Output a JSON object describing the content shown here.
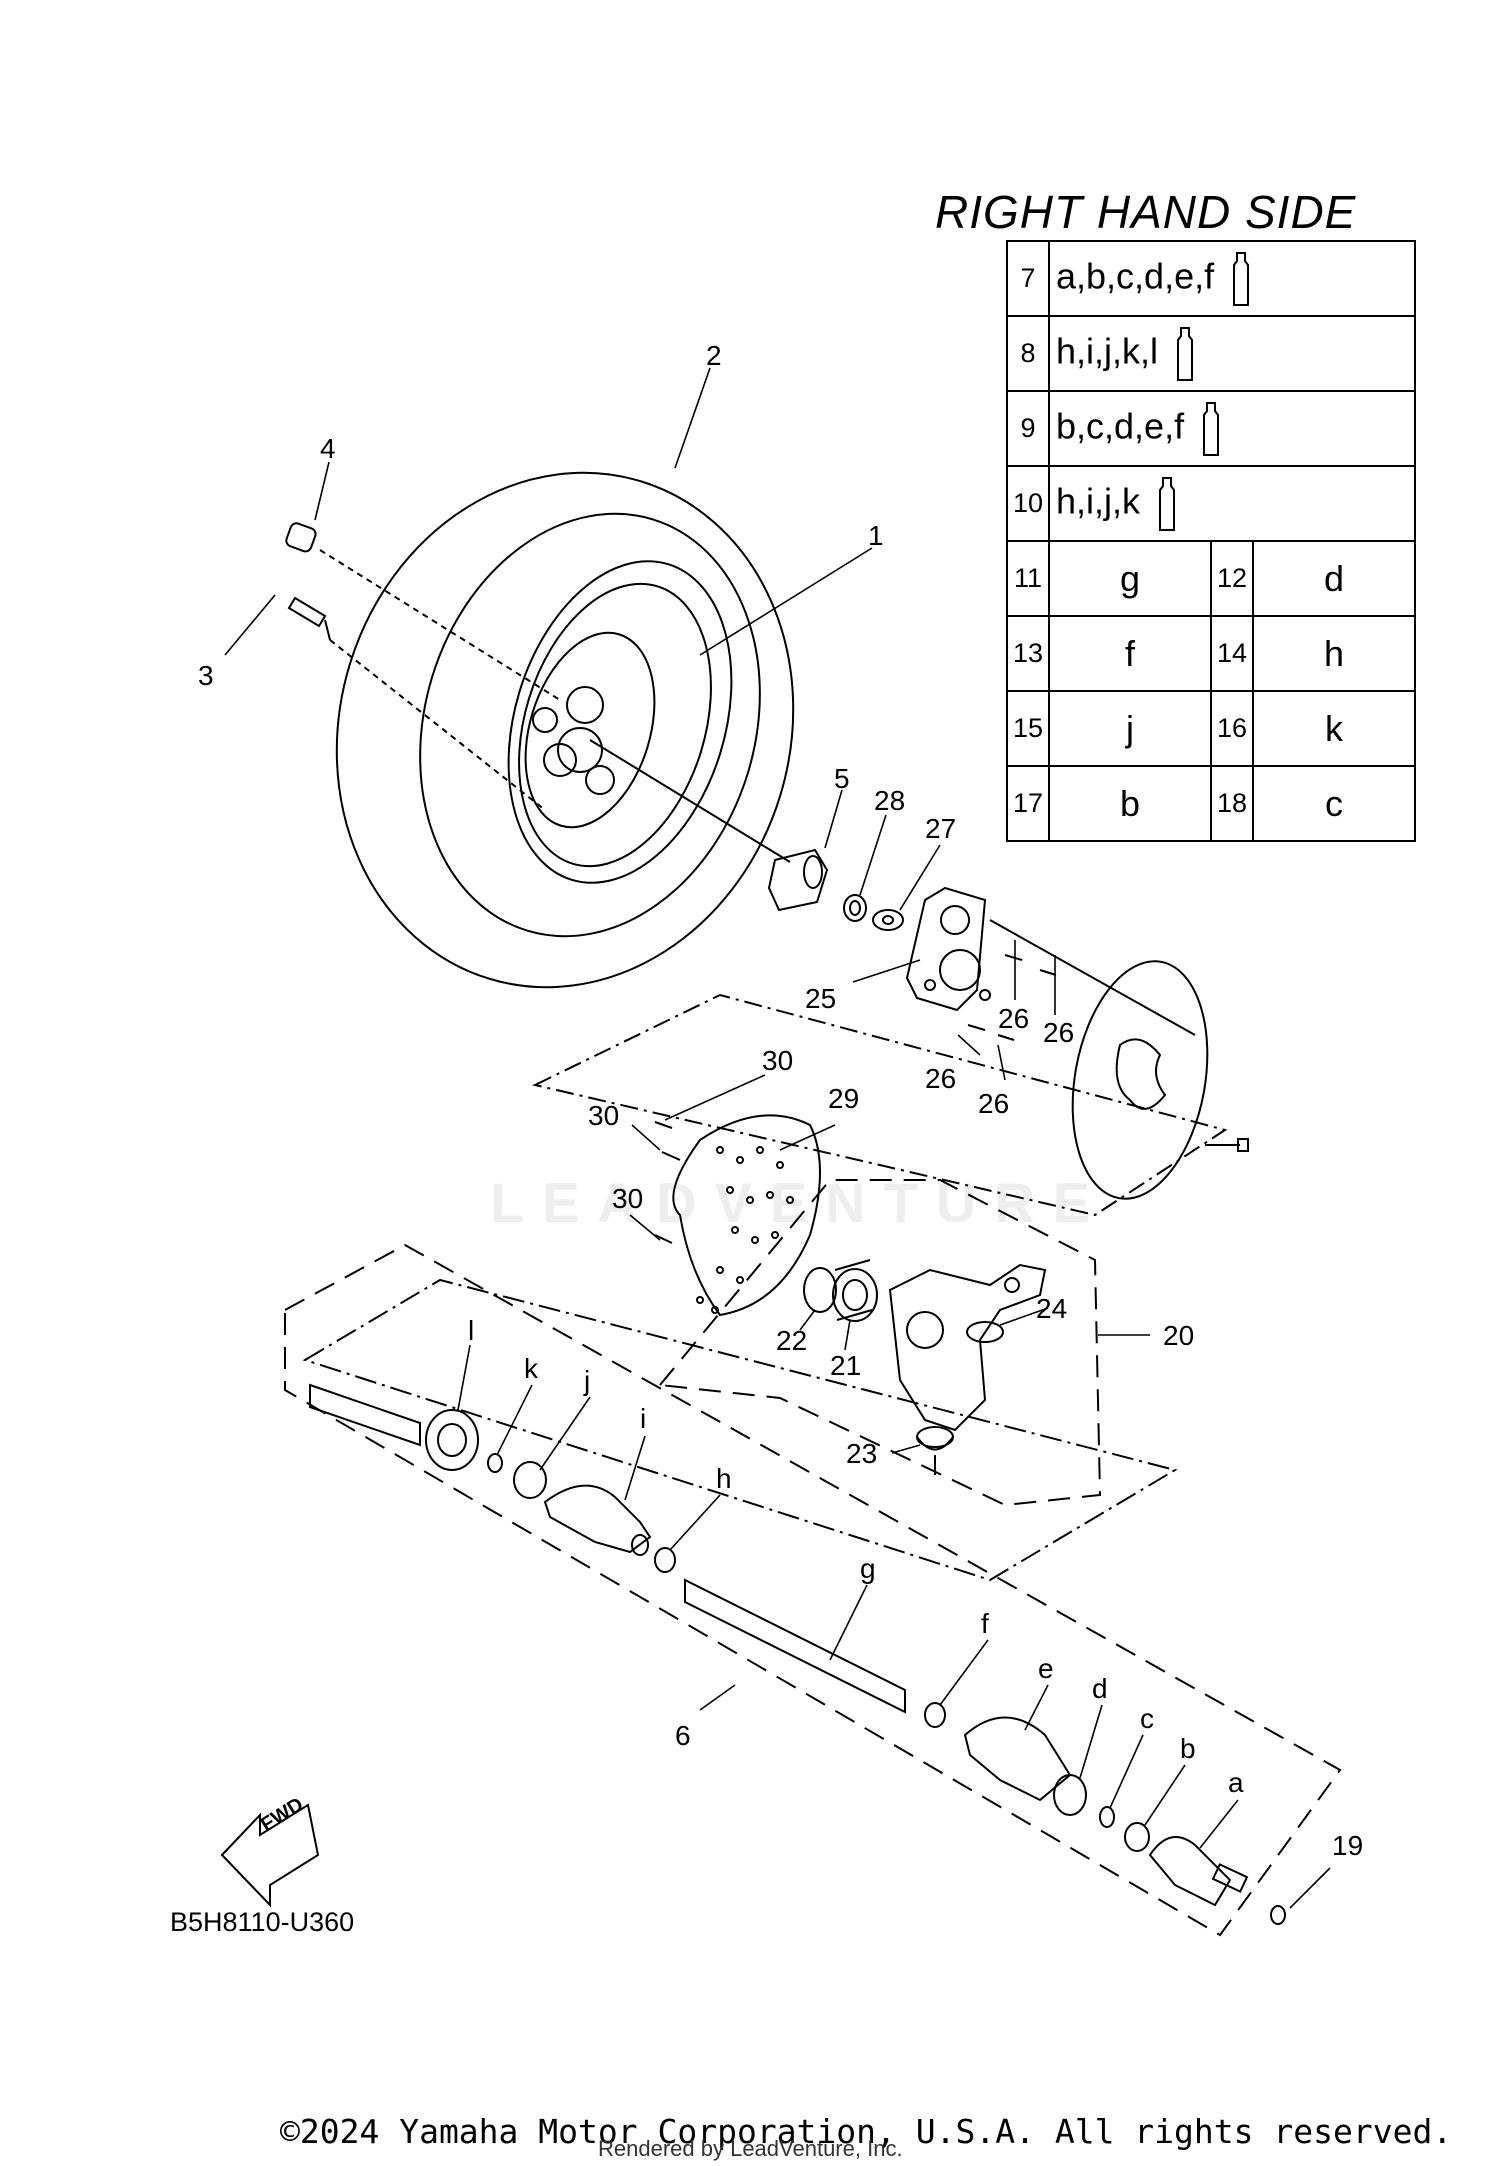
{
  "title": "RIGHT HAND SIDE",
  "kit_table": {
    "rows": [
      {
        "ref": "7",
        "parts": "a,b,c,d,e,f",
        "icon": "grease-tube-icon"
      },
      {
        "ref": "8",
        "parts": "h,i,j,k,l",
        "icon": "grease-tube-icon"
      },
      {
        "ref": "9",
        "parts": "b,c,d,e,f",
        "icon": "grease-tube-icon"
      },
      {
        "ref": "10",
        "parts": "h,i,j,k",
        "icon": "grease-tube-icon"
      }
    ],
    "pairs": [
      {
        "ref1": "11",
        "val1": "g",
        "ref2": "12",
        "val2": "d"
      },
      {
        "ref1": "13",
        "val1": "f",
        "ref2": "14",
        "val2": "h"
      },
      {
        "ref1": "15",
        "val1": "j",
        "ref2": "16",
        "val2": "k"
      },
      {
        "ref1": "17",
        "val1": "b",
        "ref2": "18",
        "val2": "c"
      }
    ]
  },
  "callouts": {
    "c1": "1",
    "c2": "2",
    "c3": "3",
    "c4": "4",
    "c5": "5",
    "c6": "6",
    "c19": "19",
    "c20": "20",
    "c21": "21",
    "c22": "22",
    "c23": "23",
    "c24": "24",
    "c25": "25",
    "c26a": "26",
    "c26b": "26",
    "c26c": "26",
    "c26d": "26",
    "c27": "27",
    "c28": "28",
    "c29": "29",
    "c30a": "30",
    "c30b": "30",
    "c30c": "30",
    "ca": "a",
    "cb": "b",
    "cc": "c",
    "cd": "d",
    "ce": "e",
    "cf": "f",
    "cg": "g",
    "ch": "h",
    "ci": "i",
    "cj": "j",
    "ck": "k",
    "cl": "l"
  },
  "fwd_label": "FWD",
  "diagram_code": "B5H8110-U360",
  "watermark": "LEADVENTURE",
  "copyright": "©2024 Yamaha Motor Corporation, U.S.A. All rights reserved.",
  "rendered_by": "Rendered by LeadVenture, Inc."
}
